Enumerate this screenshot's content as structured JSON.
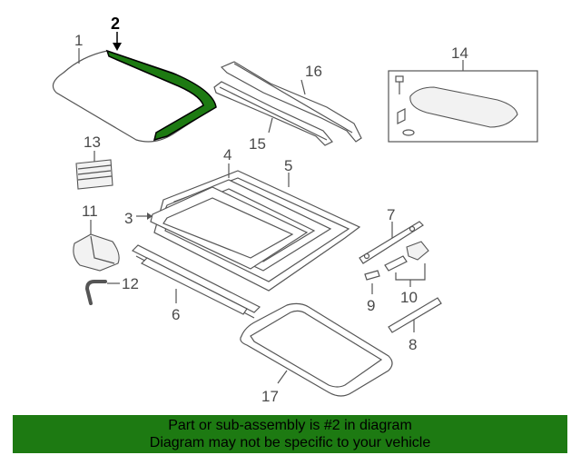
{
  "callouts": {
    "c1": "1",
    "c2": "2",
    "c3": "3",
    "c4": "4",
    "c5": "5",
    "c6": "6",
    "c7": "7",
    "c8": "8",
    "c9": "9",
    "c10": "10",
    "c11": "11",
    "c12": "12",
    "c13": "13",
    "c14": "14",
    "c15": "15",
    "c16": "16",
    "c17": "17"
  },
  "highlight": {
    "part_number": "2",
    "color": "#1d7a12"
  },
  "banner": {
    "line1": "Part or sub-assembly is #2 in diagram",
    "line2": "Diagram may not be specific to your vehicle",
    "color": "#1d7a12"
  }
}
